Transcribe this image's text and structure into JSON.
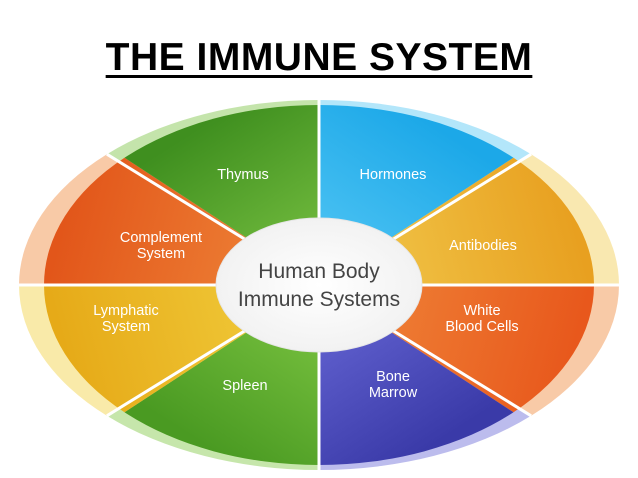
{
  "title": "THE IMMUNE SYSTEM",
  "center": {
    "line1": "Human Body",
    "line2": "Immune Systems"
  },
  "segments": [
    {
      "key": "hormones",
      "lines": [
        "Hormones"
      ],
      "color": "#1ca8e8",
      "light": "#56c8f5"
    },
    {
      "key": "antibodies",
      "lines": [
        "Antibodies"
      ],
      "color": "#e8a020",
      "light": "#f2cc50"
    },
    {
      "key": "white-blood-cells",
      "lines": [
        "White",
        "Blood Cells"
      ],
      "color": "#e8581c",
      "light": "#f08a3c"
    },
    {
      "key": "bone-marrow",
      "lines": [
        "Bone",
        "Marrow"
      ],
      "color": "#3a3aa8",
      "light": "#6a6ad8"
    },
    {
      "key": "spleen",
      "lines": [
        "Spleen"
      ],
      "color": "#4a9a22",
      "light": "#80c844"
    },
    {
      "key": "lymphatic-system",
      "lines": [
        "Lymphatic",
        "System"
      ],
      "color": "#e6aa18",
      "light": "#f2d040"
    },
    {
      "key": "complement-system",
      "lines": [
        "Complement",
        "System"
      ],
      "color": "#e2561a",
      "light": "#f08a3c"
    },
    {
      "key": "thymus",
      "lines": [
        "Thymus"
      ],
      "color": "#3f8f1f",
      "light": "#7cc444"
    }
  ]
}
